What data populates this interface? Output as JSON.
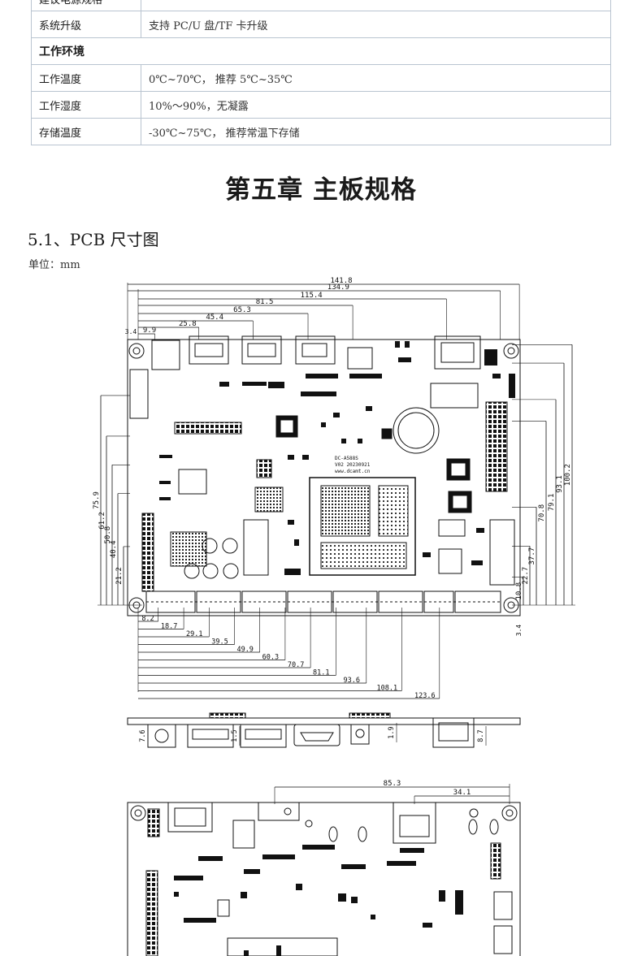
{
  "spec_table": {
    "rows": [
      {
        "type": "pair",
        "label": "建议电源规格",
        "value": ""
      },
      {
        "type": "pair",
        "label": "系统升级",
        "value": "支持 PC/U 盘/TF 卡升级"
      },
      {
        "type": "section",
        "label": "工作环境"
      },
      {
        "type": "pair",
        "label": "工作温度",
        "value": "0℃~70℃， 推荐 5℃~35℃"
      },
      {
        "type": "pair",
        "label": "工作湿度",
        "value": "10%～90%，无凝露"
      },
      {
        "type": "pair",
        "label": "存储温度",
        "value": "-30℃~75℃， 推荐常温下存储"
      }
    ]
  },
  "chapter_title": "第五章 主板规格",
  "section_title": "5.1、PCB 尺寸图",
  "unit_label": "单位：mm",
  "top_view": {
    "horizontal_dims_top": [
      "141.8",
      "134.9",
      "115.4",
      "81.5",
      "65.3",
      "45.4",
      "25.8",
      "9.9",
      "3.4"
    ],
    "horizontal_dims_bottom": [
      "8.2",
      "18.7",
      "29.1",
      "39.5",
      "49.9",
      "60.3",
      "70.7",
      "81.1",
      "93.6",
      "108.1",
      "123.6"
    ],
    "vertical_dims_left": [
      "75.9",
      "61.2",
      "50.8",
      "40.4",
      "21.2"
    ],
    "vertical_dims_right": [
      "100.2",
      "93.1",
      "79.1",
      "70.8",
      "37.7",
      "22.7",
      "10.8",
      "3.4"
    ],
    "board_text": [
      "DC-A588S",
      "V02 20230921",
      "www.dcamt.cn"
    ]
  },
  "side_view": {
    "dims": [
      "7.6",
      "1.5",
      "1.9",
      "8.7"
    ]
  },
  "bottom_view": {
    "dims": [
      "85.3",
      "34.1"
    ]
  }
}
